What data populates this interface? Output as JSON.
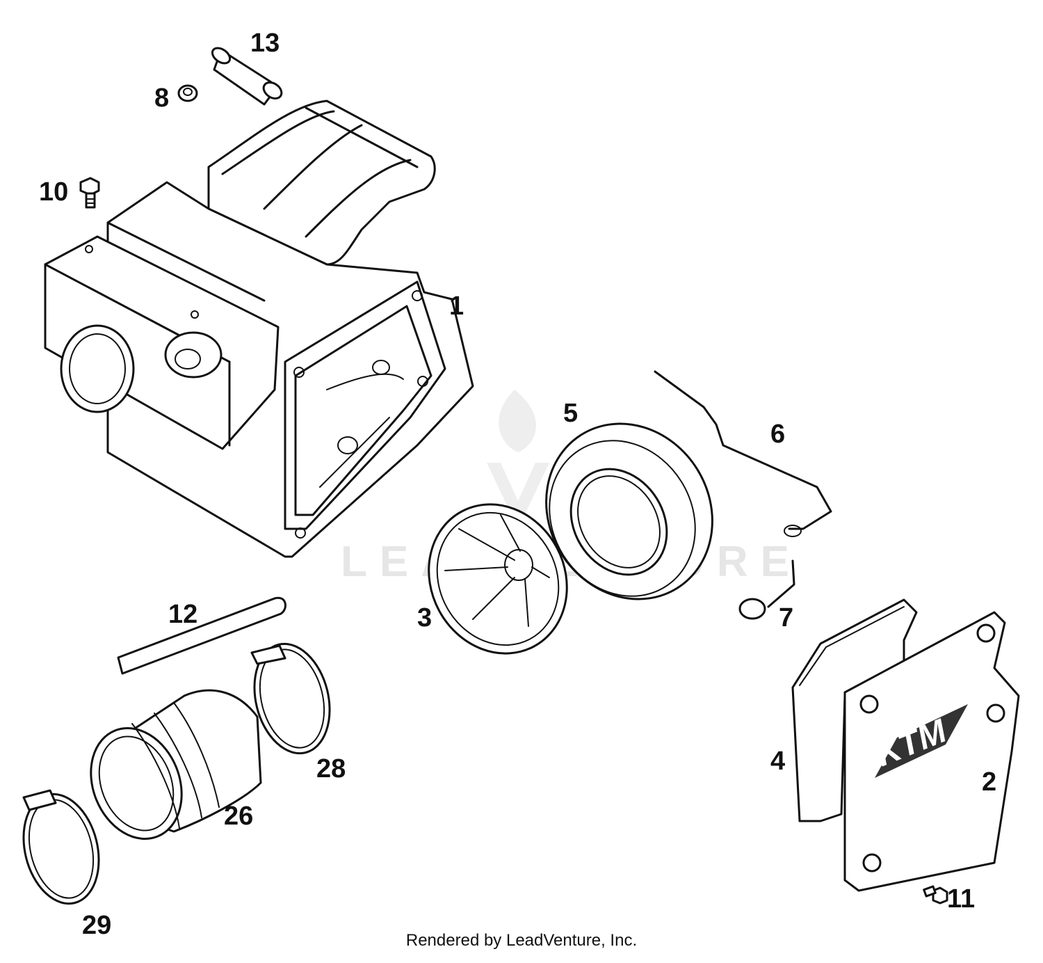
{
  "diagram": {
    "labels": {
      "p1": "1",
      "p2": "2",
      "p3": "3",
      "p4": "4",
      "p5": "5",
      "p6": "6",
      "p7": "7",
      "p8": "8",
      "p10": "10",
      "p11": "11",
      "p12": "12",
      "p13": "13",
      "p26": "26",
      "p28": "28",
      "p29": "29"
    },
    "cover_logo": "KTM",
    "watermark": "LEADVENTURE",
    "footer": "Rendered by LeadVenture, Inc."
  },
  "colors": {
    "line": "#111111",
    "watermark": "#e6e6e6",
    "background": "#ffffff"
  }
}
